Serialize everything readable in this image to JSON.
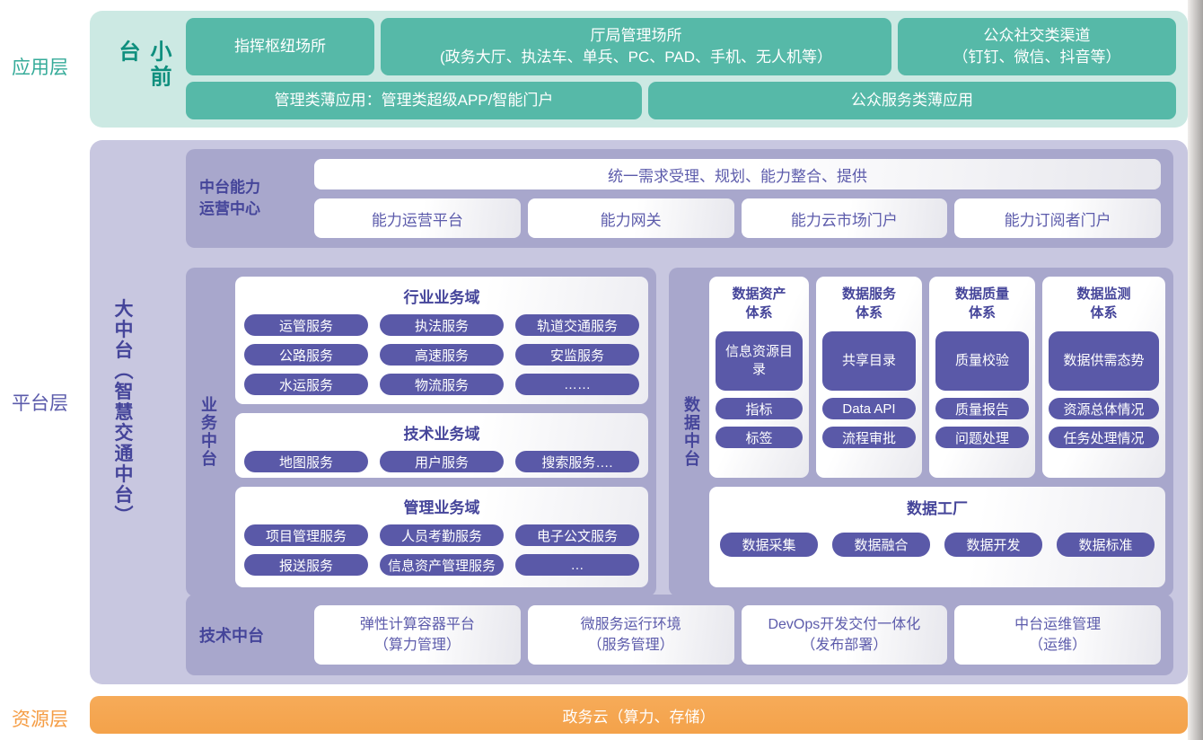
{
  "layer_labels": {
    "app": "应用层",
    "platform": "平台层",
    "resource": "资源层"
  },
  "app_layer": {
    "group_label": "小前台",
    "command_hub": "指挥枢纽场所",
    "bureau": {
      "line1": "厅局管理场所",
      "line2": "(政务大厅、执法车、单兵、PC、PAD、手机、无人机等）"
    },
    "social": {
      "line1": "公众社交类渠道",
      "line2": "（钉钉、微信、抖音等）"
    },
    "mgmt_thin_app": "管理类薄应用：管理类超级APP/智能门户",
    "public_thin_app": "公众服务类薄应用"
  },
  "platform_layer": {
    "group_label": "大中台（智慧交通中台）",
    "capability_center": {
      "label_line1": "中台能力",
      "label_line2": "运营中心",
      "banner": "统一需求受理、规划、能力整合、提供",
      "boxes": [
        "能力运营平台",
        "能力网关",
        "能力云市场门户",
        "能力订阅者门户"
      ]
    },
    "business_middle": {
      "group_label": "业务中台",
      "industry": {
        "title": "行业业务域",
        "pills": [
          "运管服务",
          "执法服务",
          "轨道交通服务",
          "公路服务",
          "高速服务",
          "安监服务",
          "水运服务",
          "物流服务",
          "……"
        ]
      },
      "technology": {
        "title": "技术业务域",
        "pills": [
          "地图服务",
          "用户服务",
          "搜索服务…."
        ]
      },
      "management": {
        "title": "管理业务域",
        "pills": [
          "项目管理服务",
          "人员考勤服务",
          "电子公文服务",
          "报送服务",
          "信息资产管理服务",
          "…"
        ]
      }
    },
    "data_middle": {
      "group_label": "数据中台",
      "columns": [
        {
          "title_line1": "数据资产",
          "title_line2": "体系",
          "big_pill": "信息资源目录",
          "pills": [
            "指标",
            "标签"
          ]
        },
        {
          "title_line1": "数据服务",
          "title_line2": "体系",
          "big_pill": "共享目录",
          "pills": [
            "Data API",
            "流程审批"
          ]
        },
        {
          "title_line1": "数据质量",
          "title_line2": "体系",
          "big_pill": "质量校验",
          "pills": [
            "质量报告",
            "问题处理"
          ]
        },
        {
          "title_line1": "数据监测",
          "title_line2": "体系",
          "big_pill": "数据供需态势",
          "pills": [
            "资源总体情况",
            "任务处理情况"
          ]
        }
      ],
      "factory": {
        "title": "数据工厂",
        "pills": [
          "数据采集",
          "数据融合",
          "数据开发",
          "数据标准"
        ]
      }
    },
    "tech_middle": {
      "group_label": "技术中台",
      "boxes": [
        {
          "line1": "弹性计算容器平台",
          "line2": "（算力管理）"
        },
        {
          "line1": "微服务运行环境",
          "line2": "（服务管理）"
        },
        {
          "line1": "DevOps开发交付一体化",
          "line2": "（发布部署）"
        },
        {
          "line1": "中台运维管理",
          "line2": "（运维）"
        }
      ]
    }
  },
  "resource_layer": {
    "bar": "政务云（算力、存储）"
  },
  "colors": {
    "teal_box": "#56b9a8",
    "teal_bg": "#cce9e3",
    "teal_text": "#0f8f7e",
    "purple_bg": "#c8c7e0",
    "purple_block": "#a8a7cc",
    "pill": "#5a59a8",
    "purple_title": "#45459a",
    "white_box_text": "#5c5bab",
    "orange": "#f4a54f"
  }
}
